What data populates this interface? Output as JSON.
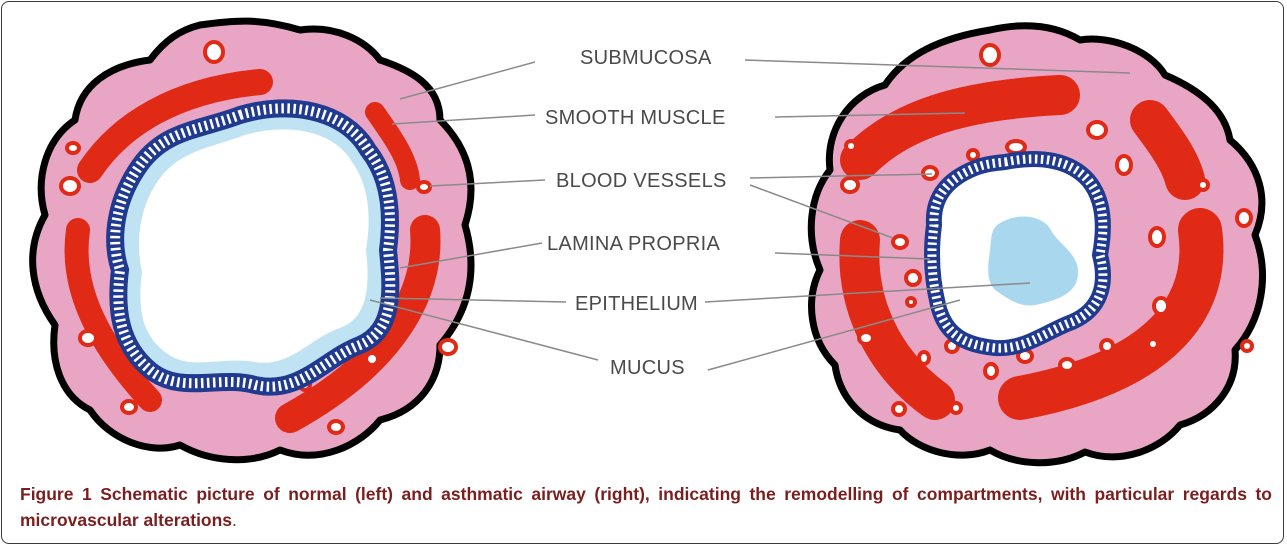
{
  "labels": {
    "submucosa": "SUBMUCOSA",
    "smooth_muscle": "SMOOTH MUSCLE",
    "blood_vessels": "BLOOD VESSELS",
    "lamina_propria": "LAMINA PROPRIA",
    "epithelium": "EPITHELIUM",
    "mucus": "MUCUS"
  },
  "caption": {
    "figure_label": "Figure 1",
    "text": " Schematic picture of normal (left) and asthmatic airway (right), indicating the remodelling of compartments, with particular regards to microvascular alterations",
    "end": "."
  },
  "colors": {
    "submucosa": "#e8a6c4",
    "smooth_muscle": "#e02a16",
    "epithelium": "#1f3a8f",
    "lamina_propria": "#bfe3f3",
    "mucus": "#a8d7ee",
    "outline": "#000000",
    "caption": "#7a1f1f"
  }
}
